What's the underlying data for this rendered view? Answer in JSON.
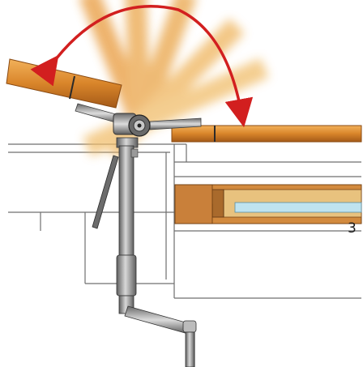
{
  "diagram": {
    "callout_label": "3",
    "colors": {
      "arrow": "#d21f1f",
      "wood": "#d9852a",
      "wood_dark": "#a45a18",
      "steel": "#8a8a8a",
      "frame_line": "#6f6f6f",
      "glass": "#bfe3ef"
    },
    "icons": [
      "swing-arc-arrow",
      "pivot-hinge",
      "telescopic-post",
      "crank-handle"
    ]
  }
}
